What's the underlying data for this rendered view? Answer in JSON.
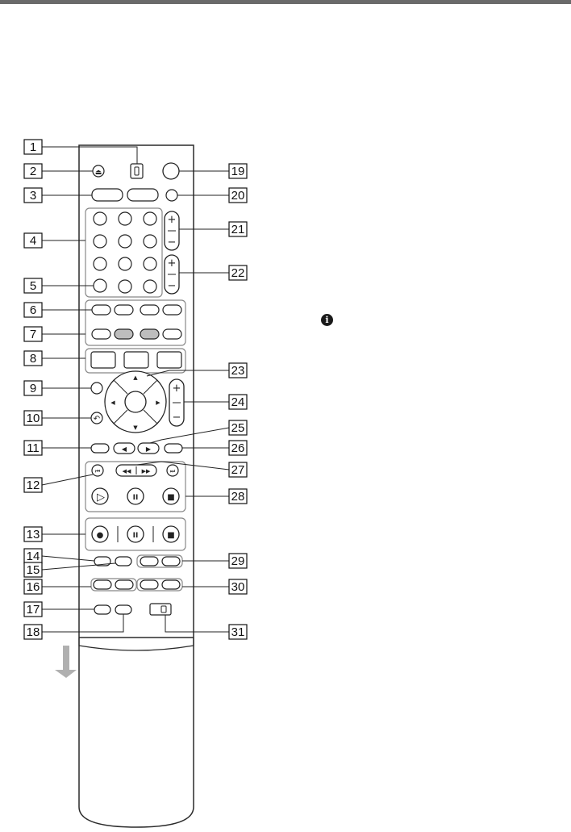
{
  "page": {
    "title": "",
    "info_icon": "info-circle-icon"
  },
  "callouts": [
    {
      "n": "1",
      "target": "ir-switch"
    },
    {
      "n": "2",
      "target": "eject-button"
    },
    {
      "n": "3",
      "target": "top-button-pair"
    },
    {
      "n": "4",
      "target": "number-pad"
    },
    {
      "n": "5",
      "target": "clear-button"
    },
    {
      "n": "6",
      "target": "mode-button-pair"
    },
    {
      "n": "7",
      "target": "color-button-row"
    },
    {
      "n": "8",
      "target": "menu-button-row"
    },
    {
      "n": "9",
      "target": "options-button"
    },
    {
      "n": "10",
      "target": "return-button"
    },
    {
      "n": "11",
      "target": "left-oval-button"
    },
    {
      "n": "12",
      "target": "previous-button"
    },
    {
      "n": "13",
      "target": "record-controls"
    },
    {
      "n": "14",
      "target": "small-button-14"
    },
    {
      "n": "15",
      "target": "small-button-15"
    },
    {
      "n": "16",
      "target": "oval-pair-16"
    },
    {
      "n": "17",
      "target": "small-button-17"
    },
    {
      "n": "18",
      "target": "small-button-18"
    },
    {
      "n": "19",
      "target": "power-button"
    },
    {
      "n": "20",
      "target": "round-button-20"
    },
    {
      "n": "21",
      "target": "volume-rocker"
    },
    {
      "n": "22",
      "target": "program-rocker"
    },
    {
      "n": "23",
      "target": "direction-pad"
    },
    {
      "n": "24",
      "target": "side-rocker"
    },
    {
      "n": "25",
      "target": "replay-advance-buttons"
    },
    {
      "n": "26",
      "target": "right-oval-button"
    },
    {
      "n": "27",
      "target": "scan-buttons"
    },
    {
      "n": "28",
      "target": "playback-controls"
    },
    {
      "n": "29",
      "target": "oval-pair-29"
    },
    {
      "n": "30",
      "target": "oval-pair-30"
    },
    {
      "n": "31",
      "target": "tv-switch"
    }
  ],
  "symbols": {
    "eject": "⏏",
    "plus": "+",
    "minus": "−",
    "previous": "⏮",
    "next": "⏭",
    "rewind": "◀◀",
    "forward": "▶▶",
    "play": "▷",
    "pause": "II",
    "stop": "■",
    "record": "●",
    "arrow_up": "▲",
    "arrow_down": "▼",
    "arrow_left": "◀",
    "arrow_right": "▶",
    "return": "↶"
  }
}
